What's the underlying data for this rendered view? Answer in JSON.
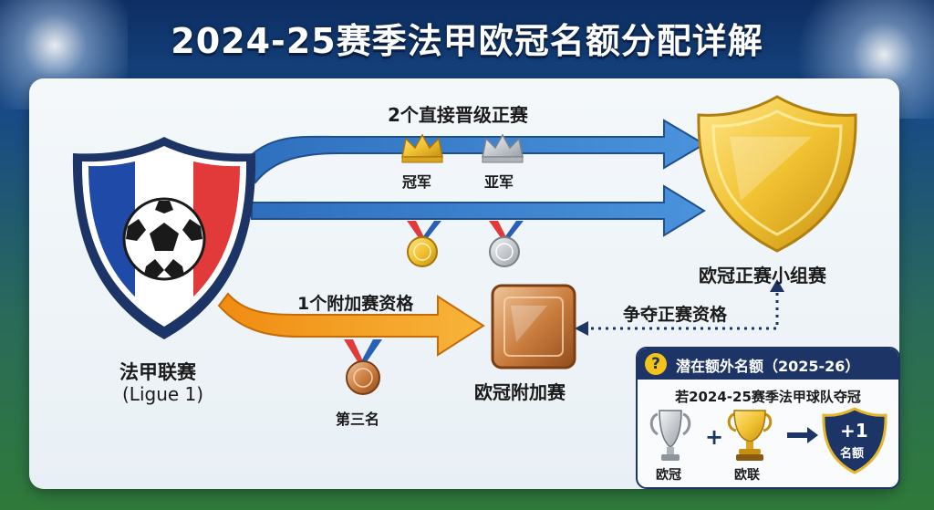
{
  "title": "2024-25赛季法甲欧冠名额分配详解",
  "league": {
    "name": "法甲联赛",
    "name_en": "(Ligue 1)"
  },
  "direct": {
    "label": "2个直接晋级正赛",
    "first": "冠军",
    "second": "亚军"
  },
  "group_stage": {
    "label": "欧冠正赛小组赛"
  },
  "playoff": {
    "label": "1个附加赛资格",
    "third": "第三名",
    "target": "欧冠附加赛",
    "arrow_label": "争夺正赛资格"
  },
  "extra": {
    "title": "潜在额外名额（2025-26）",
    "condition": "若2024-25赛季法甲球队夺冠",
    "trophy1": "欧冠",
    "plus": "+",
    "trophy2": "欧联",
    "badge_value": "+1",
    "badge_unit": "名额"
  },
  "colors": {
    "blue_arrow": "#3f86d2",
    "orange_arrow": "#f4a21c",
    "gold": "#f1c232",
    "silver": "#c4c7cc",
    "bronze": "#c87a3c",
    "navy": "#1d3566"
  }
}
